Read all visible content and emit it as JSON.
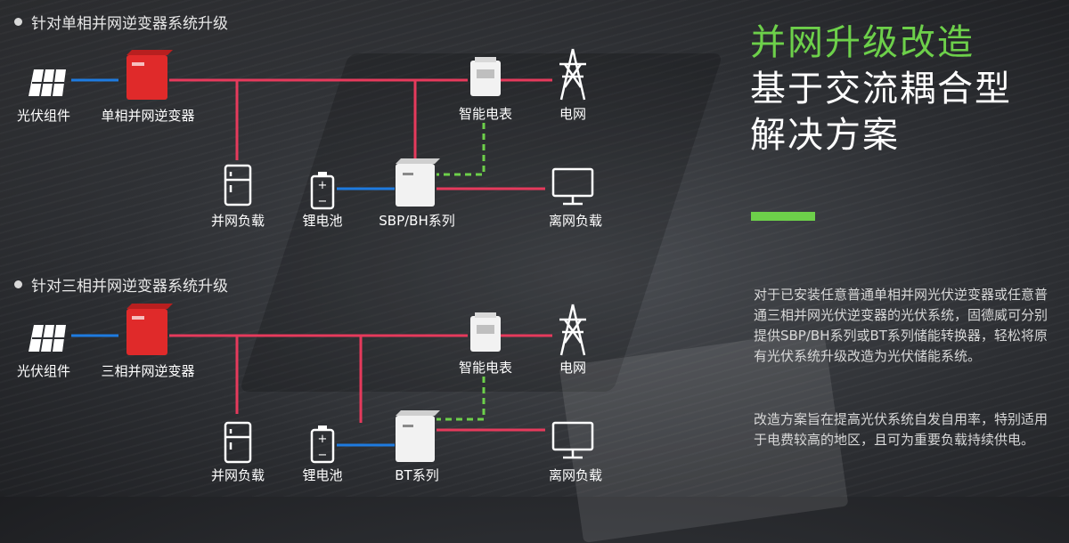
{
  "sections": [
    {
      "title": "针对单相并网逆变器系统升级",
      "pv_label": "光伏组件",
      "inverter_label": "单相并网逆变器",
      "meter_label": "智能电表",
      "grid_label": "电网",
      "load_label": "并网负载",
      "battery_label": "锂电池",
      "storage_label": "SBP/BH系列",
      "offgrid_label": "离网负载"
    },
    {
      "title": "针对三相并网逆变器系统升级",
      "pv_label": "光伏组件",
      "inverter_label": "三相并网逆变器",
      "meter_label": "智能电表",
      "grid_label": "电网",
      "load_label": "并网负载",
      "battery_label": "锂电池",
      "storage_label": "BT系列",
      "offgrid_label": "离网负载"
    }
  ],
  "headline": {
    "line1": "并网升级改造",
    "line2": "基于交流耦合型",
    "line3": "解决方案"
  },
  "description": {
    "p1": "对于已安装任意普通单相并网光伏逆变器或任意普通三相并网光伏逆变器的光伏系统，固德威可分别提供SBP/BH系列或BT系列储能转换器，轻松将原有光伏系统升级改造为光伏储能系统。",
    "p2": "改造方案旨在提高光伏系统自发自用率，特别适用于电费较高的地区，且可为重要负载持续供电。"
  },
  "colors": {
    "ac_line": "#e63a5c",
    "dc_line": "#1e7be0",
    "comm_line": "#6dd04a",
    "accent": "#6dd04a"
  },
  "icons": [
    "solar-panel-icon",
    "inverter-icon",
    "smart-meter-icon",
    "power-tower-icon",
    "refrigerator-icon",
    "battery-icon",
    "storage-inverter-icon",
    "monitor-icon"
  ]
}
